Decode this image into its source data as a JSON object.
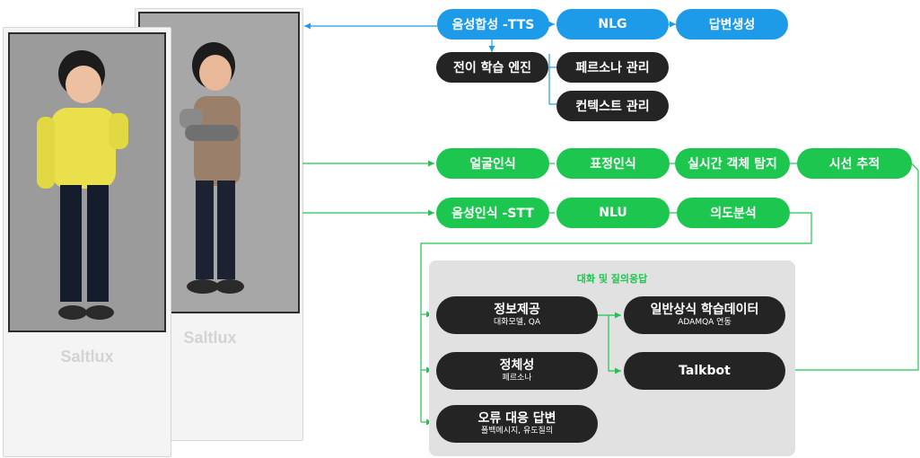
{
  "kiosks": [
    {
      "brand": "Saltlux"
    },
    {
      "brand": "Saltlux"
    }
  ],
  "top_row": {
    "tts": "음성합성 -TTS",
    "nlg": "NLG",
    "answer_gen": "답변생성"
  },
  "tts_sub": "전이 학습 엔진",
  "nlg_sub": [
    "페르소나 관리",
    "컨텍스트 관리"
  ],
  "vision_row": [
    "얼굴인식",
    "표정인식",
    "실시간 객체 탐지",
    "시선 추적"
  ],
  "speech_row": [
    "음성인식 -STT",
    "NLU",
    "의도분석"
  ],
  "dialog": {
    "title": "대화 및 질의응답",
    "info": {
      "title": "정보제공",
      "sub": "대화모델, QA"
    },
    "knowledge": {
      "title": "일반상식 학습데이터",
      "sub": "ADAMQA 연동"
    },
    "identity": {
      "title": "정체성",
      "sub": "페르소나"
    },
    "talkbot": {
      "title": "Talkbot"
    },
    "error": {
      "title": "오류 대응 답변",
      "sub": "폴백메시지, 유도질의"
    }
  },
  "colors": {
    "blue": "#1e9be8",
    "green": "#1dc64f",
    "dark": "#242424"
  }
}
